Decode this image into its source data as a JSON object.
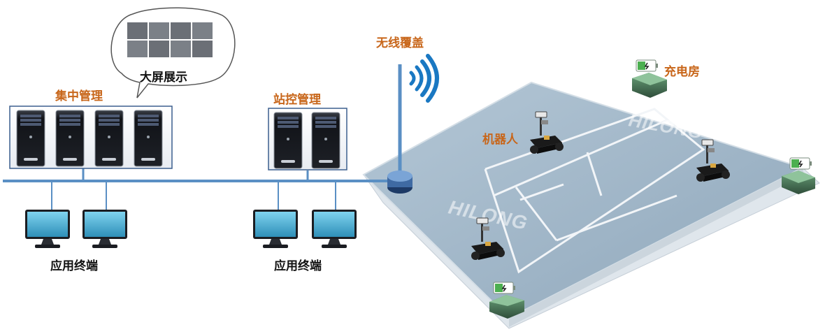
{
  "labels": {
    "central_management": "集中管理",
    "big_screen_display": "大屏展示",
    "station_control_management": "站控管理",
    "wireless_coverage": "无线覆盖",
    "charging_room": "充电房",
    "robot": "机器人",
    "app_terminal_left": "应用终端",
    "app_terminal_right": "应用终端"
  },
  "watermark": {
    "brand_text": "HILONG"
  },
  "colors": {
    "accent_orange": "#c8661a",
    "network_line": "#5a8fc4",
    "field_fill": "#9fb6c9",
    "battery_green": "#4caf50"
  }
}
